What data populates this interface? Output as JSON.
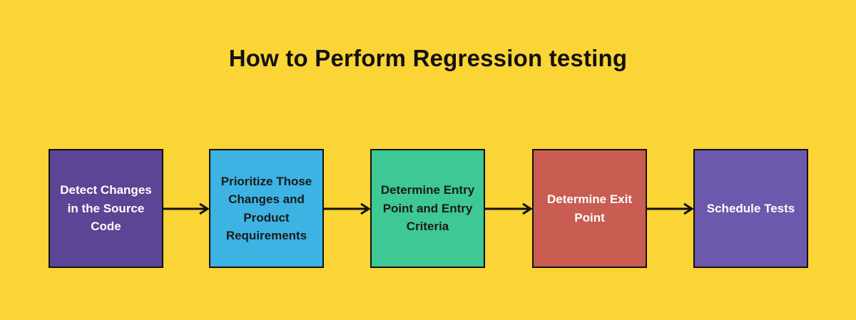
{
  "page": {
    "title": "How to Perform Regression testing",
    "background_color": "#FBD435",
    "text_color_dark": "#111111"
  },
  "flow": {
    "arrow_color": "#111111",
    "arrow_icon": "arrow-right-icon",
    "nodes": [
      {
        "label": "Detect Changes in the Source Code",
        "fill": "#5C4594",
        "text_color": "#FFFFFF",
        "border": "#111111"
      },
      {
        "label": "Prioritize Those Changes and Product Requirements",
        "fill": "#3CB3E3",
        "text_color": "#1A1A1A",
        "border": "#111111"
      },
      {
        "label": "Determine Entry Point and Entry Criteria",
        "fill": "#3DC894",
        "text_color": "#1A1A1A",
        "border": "#111111"
      },
      {
        "label": "Determine Exit Point",
        "fill": "#C95D52",
        "text_color": "#FFFFFF",
        "border": "#111111"
      },
      {
        "label": "Schedule Tests",
        "fill": "#6C58AC",
        "text_color": "#FFFFFF",
        "border": "#111111"
      }
    ],
    "connectors": [
      {
        "from": "Detect Changes in the Source Code",
        "to": "Prioritize Those Changes and Product Requirements"
      },
      {
        "from": "Prioritize Those Changes and Product Requirements",
        "to": "Determine Entry Point and Entry Criteria"
      },
      {
        "from": "Determine Entry Point and Entry Criteria",
        "to": "Determine Exit Point"
      },
      {
        "from": "Determine Exit Point",
        "to": "Schedule Tests"
      }
    ]
  }
}
